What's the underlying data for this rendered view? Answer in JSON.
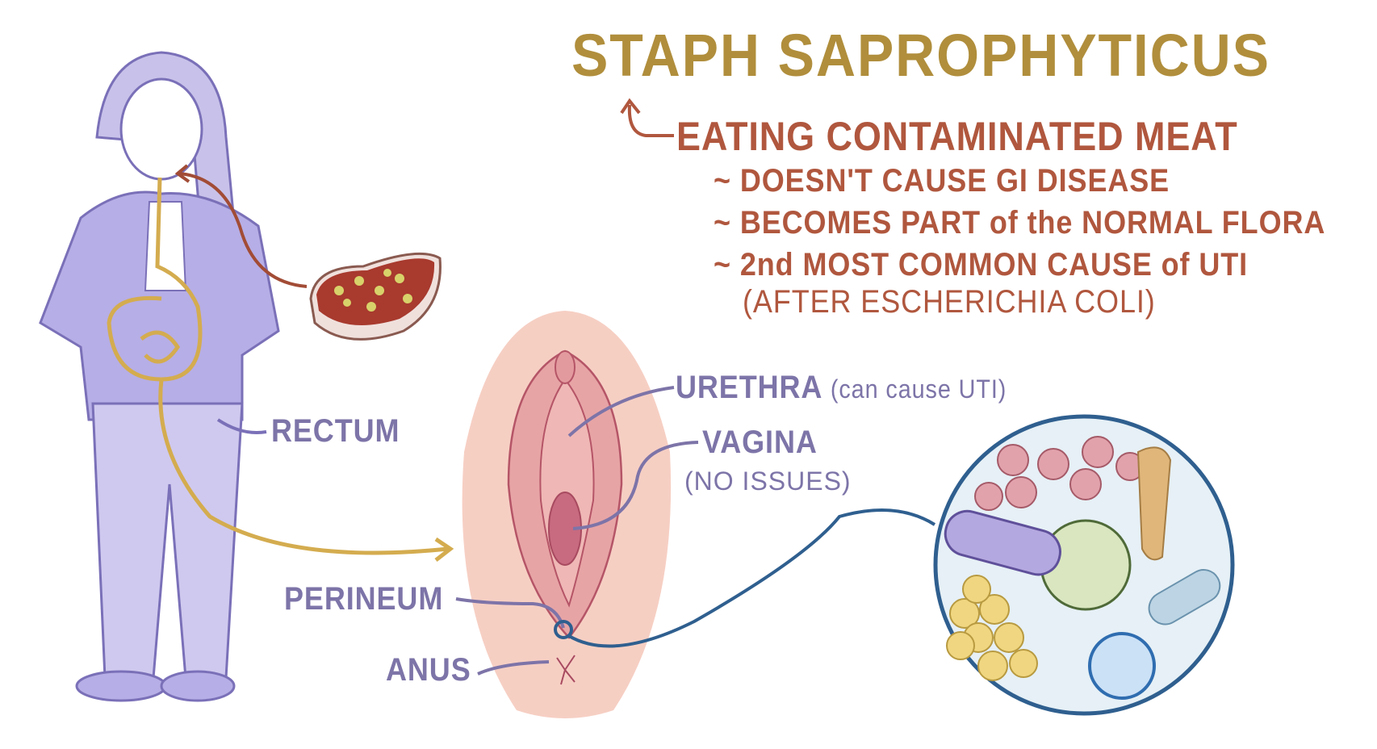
{
  "title": "STAPH SAPROPHYTICUS",
  "source": "EATING CONTAMINATED MEAT",
  "bullets": [
    {
      "mark": "~",
      "text": "DOESN'T CAUSE GI DISEASE"
    },
    {
      "mark": "~",
      "text": "BECOMES PART of the NORMAL FLORA"
    },
    {
      "mark": "~",
      "text": "2nd MOST COMMON CAUSE of UTI"
    }
  ],
  "bullet_note": "(AFTER ESCHERICHIA COLI)",
  "labels": {
    "rectum": "RECTUM",
    "urethra": "URETHRA",
    "urethra_note": "(can cause UTI)",
    "vagina": "VAGINA",
    "vagina_note": "(NO ISSUES)",
    "perineum": "PERINEUM",
    "anus": "ANUS"
  },
  "colors": {
    "title": "#b08e3c",
    "text": "#b0573e",
    "label": "#7d74a8",
    "gi_path": "#d4ac4f",
    "lens": "#2f5f8f"
  }
}
